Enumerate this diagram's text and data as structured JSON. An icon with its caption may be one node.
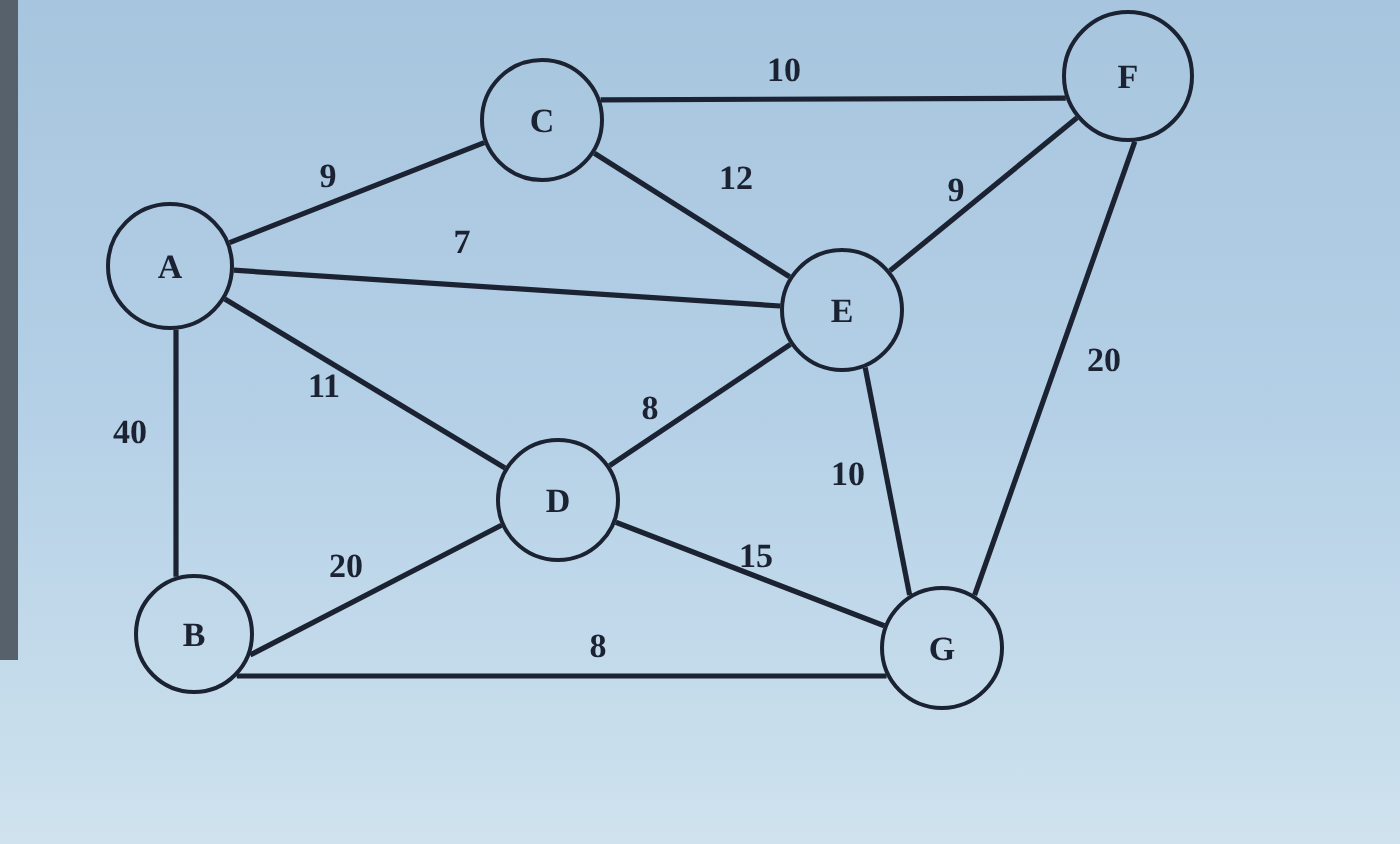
{
  "diagram": {
    "nodes": [
      {
        "text": [
          "C"
        ]
      },
      {
        "text": [
          "F"
        ]
      },
      {
        "text": [
          "A"
        ]
      },
      {
        "text": [
          "E"
        ]
      },
      {
        "text": [
          "D"
        ]
      },
      {
        "text": [
          "B"
        ]
      },
      {
        "text": [
          "G"
        ]
      }
    ],
    "edges": [
      {
        "from": 0,
        "to": 1,
        "arrow": "none",
        "label": "10"
      },
      {
        "from": 2,
        "to": 0,
        "arrow": "none",
        "label": "9"
      },
      {
        "from": 0,
        "to": 3,
        "arrow": "none",
        "label": "12"
      },
      {
        "from": 3,
        "to": 1,
        "arrow": "none",
        "label": "9"
      },
      {
        "from": 2,
        "to": 3,
        "arrow": "none",
        "label": "7"
      },
      {
        "from": 1,
        "to": 6,
        "arrow": "none",
        "label": "20"
      },
      {
        "from": 2,
        "to": 4,
        "arrow": "none",
        "label": "11"
      },
      {
        "from": 4,
        "to": 3,
        "arrow": "none",
        "label": "8"
      },
      {
        "from": 2,
        "to": 5,
        "arrow": "none",
        "label": "40"
      },
      {
        "from": 3,
        "to": 6,
        "arrow": "none",
        "label": "10"
      },
      {
        "from": 5,
        "to": 4,
        "arrow": "none",
        "label": "20"
      },
      {
        "from": 4,
        "to": 6,
        "arrow": "none",
        "label": "15"
      },
      {
        "from": 5,
        "to": 6,
        "arrow": "none",
        "label": "8"
      }
    ]
  }
}
